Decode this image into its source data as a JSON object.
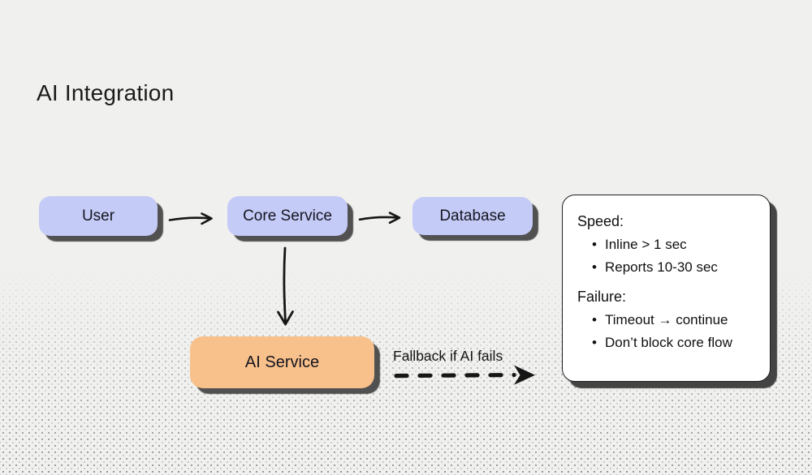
{
  "title": "AI Integration",
  "diagram": {
    "nodes": {
      "user": {
        "label": "User"
      },
      "core_service": {
        "label": "Core Service"
      },
      "database": {
        "label": "Database"
      },
      "ai_service": {
        "label": "AI Service"
      }
    },
    "edges": {
      "user_to_core": "solid arrow",
      "core_to_database": "solid arrow",
      "core_to_ai": "solid arrow down",
      "fallback": {
        "style": "dashed arrow",
        "label": "Fallback if AI fails"
      }
    }
  },
  "notes_card": {
    "sections": [
      {
        "heading": "Speed:",
        "items": [
          "Inline > 1 sec",
          "Reports 10-30 sec"
        ]
      },
      {
        "heading": "Failure:",
        "items": [
          "Timeout → continue",
          "Don’t block core flow"
        ]
      }
    ]
  },
  "colors": {
    "background": "#f0f0ee",
    "node_fill": "#c5cbf7",
    "ai_node_fill": "#f8c08a",
    "card_fill": "#ffffff",
    "stroke": "#161616",
    "shadow": "#474747"
  }
}
